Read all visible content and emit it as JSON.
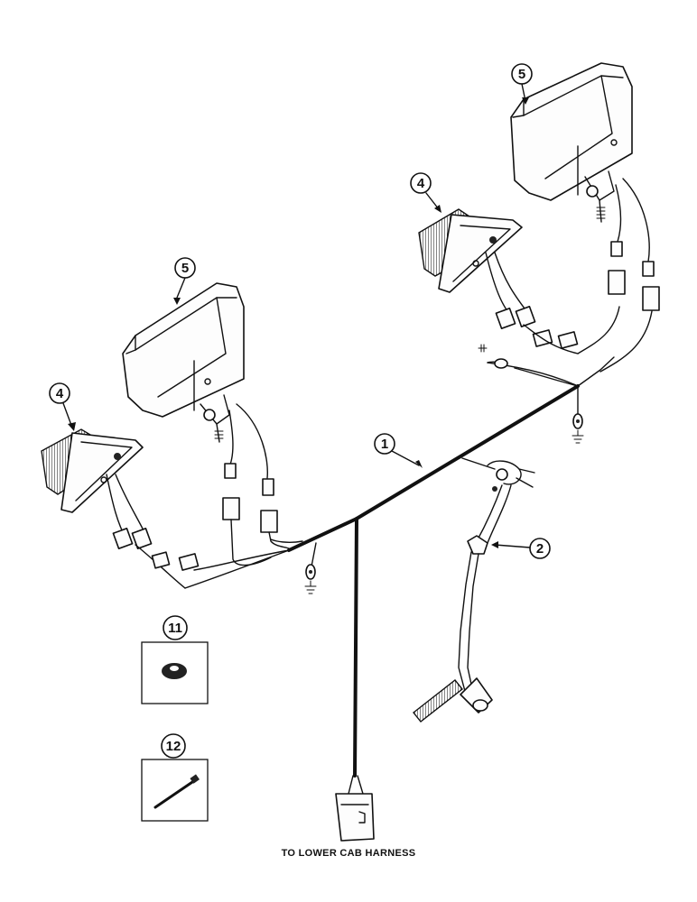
{
  "callouts": {
    "harness": "1",
    "switch": "2",
    "lamp_rear_left": "4",
    "lamp_rear_right": "4",
    "lamp_front_left": "5",
    "lamp_front_right": "5",
    "grommet": "11",
    "tie_strap": "12"
  },
  "caption": "TO LOWER CAB HARNESS"
}
